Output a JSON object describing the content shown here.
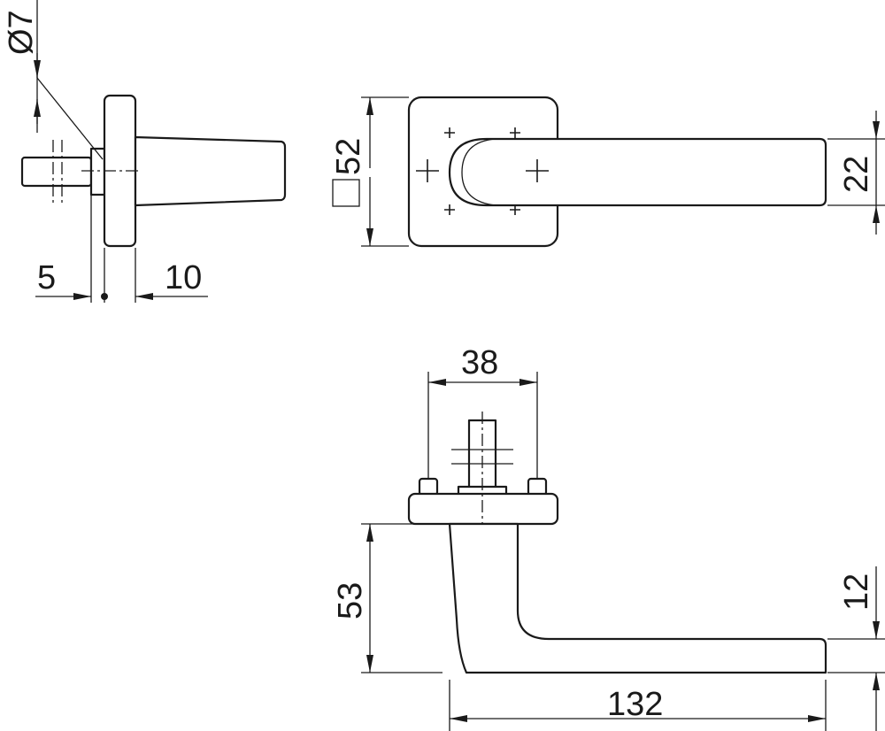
{
  "drawing": {
    "colors": {
      "line": "#1a1a1a",
      "background": "#ffffff"
    },
    "side_view": {
      "diameter_label": "Ø7",
      "dim_left": "5",
      "dim_right": "10"
    },
    "front_view": {
      "rosette_size": "52",
      "square_symbol": "square-icon",
      "lever_height": "22"
    },
    "top_view": {
      "screw_spacing": "38",
      "projection": "53",
      "lever_thickness": "12",
      "length": "132"
    }
  }
}
